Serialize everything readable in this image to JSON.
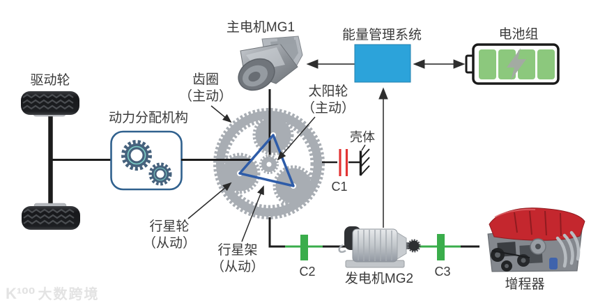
{
  "diagram": {
    "type": "range-extended-hybrid-powertrain-schematic",
    "labels": {
      "drive_wheel": "驱动轮",
      "power_split": "动力分配机构",
      "main_motor": "主电机MG1",
      "ring_gear": {
        "line1": "齿圈",
        "line2": "（主动）"
      },
      "sun_gear": {
        "line1": "太阳轮",
        "line2": "（主动）"
      },
      "planet_gear": {
        "line1": "行星轮",
        "line2": "（从动）"
      },
      "planet_carrier": {
        "line1": "行星架",
        "line2": "（从动）"
      },
      "ems": "能量管理系统",
      "battery": "电池组",
      "housing": "壳体",
      "capacitor1": "C1",
      "capacitor2": "C2",
      "capacitor3": "C3",
      "generator": "发电机MG2",
      "range_extender": "增程器"
    },
    "watermark": {
      "logo": "K¹⁰⁰",
      "text": "大数跨境"
    },
    "colors": {
      "ems_box": "#2CA3DA",
      "battery_cell_green": "#8CC87D",
      "connector_green": "#3AAD4B",
      "capacitor_red": "#E23434",
      "carrier_blue": "#2E5CA8",
      "gear_gray": "#A8ADB3",
      "gearbox_gear_blue": "#46627D",
      "engine_cover_red": "#C4272E",
      "outline_dark": "#1C1C1C"
    },
    "icons": {
      "tires": "tire-icon",
      "gearbox": "gears-icon",
      "mg1": "electric-motor-icon",
      "mg2": "generator-motor-icon",
      "engine": "combustion-engine-icon",
      "battery": "battery-icon",
      "bolt": "lightning-bolt-icon",
      "ground": "ground-symbol-icon",
      "capacitor": "capacitor-symbol-icon"
    }
  }
}
